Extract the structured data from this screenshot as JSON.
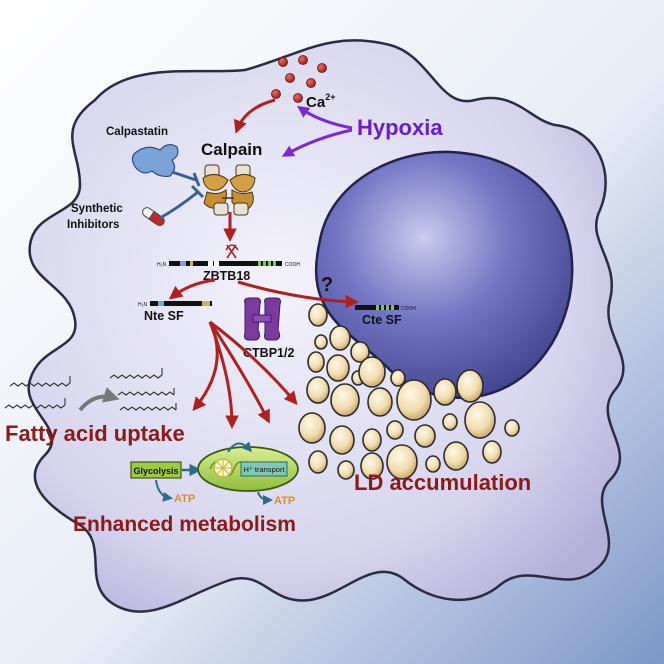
{
  "labels": {
    "ca": "Ca",
    "ca_charge": "2+",
    "hypoxia": "Hypoxia",
    "calpastatin": "Calpastatin",
    "calpain": "Calpain",
    "synthetic_line1": "Synthetic",
    "synthetic_line2": "Inhibitors",
    "zbtb18": "ZBTB18",
    "gene_n_terminus": "H₂N",
    "gene_c_terminus": "COOH",
    "question": "?",
    "nte_sf": "Nte SF",
    "cte_sf": "Cte SF",
    "ctbp": "CTBP1/2",
    "fatty_acid_uptake": "Fatty acid uptake",
    "glycolysis": "Glycolysis",
    "h_transport": "H⁺ transport",
    "atp_left": "ATP",
    "atp_right": "ATP",
    "enhanced_metabolism": "Enhanced metabolism",
    "ld_accumulation": "LD accumulation"
  },
  "colors": {
    "title_red": "#8b1a1a",
    "hypoxia_purple": "#6a1bd6",
    "arrow_red": "#b02020",
    "calpain_gold": "#d4a046",
    "calpastatin_blue": "#7aa3d8",
    "ctbp_purple": "#7a3aa0",
    "nucleus_blue": "#5c5fae",
    "lipid_droplet": "#f1dcae",
    "glycolysis_green": "#9ccc3c",
    "atp_orange": "#e08a2c"
  }
}
